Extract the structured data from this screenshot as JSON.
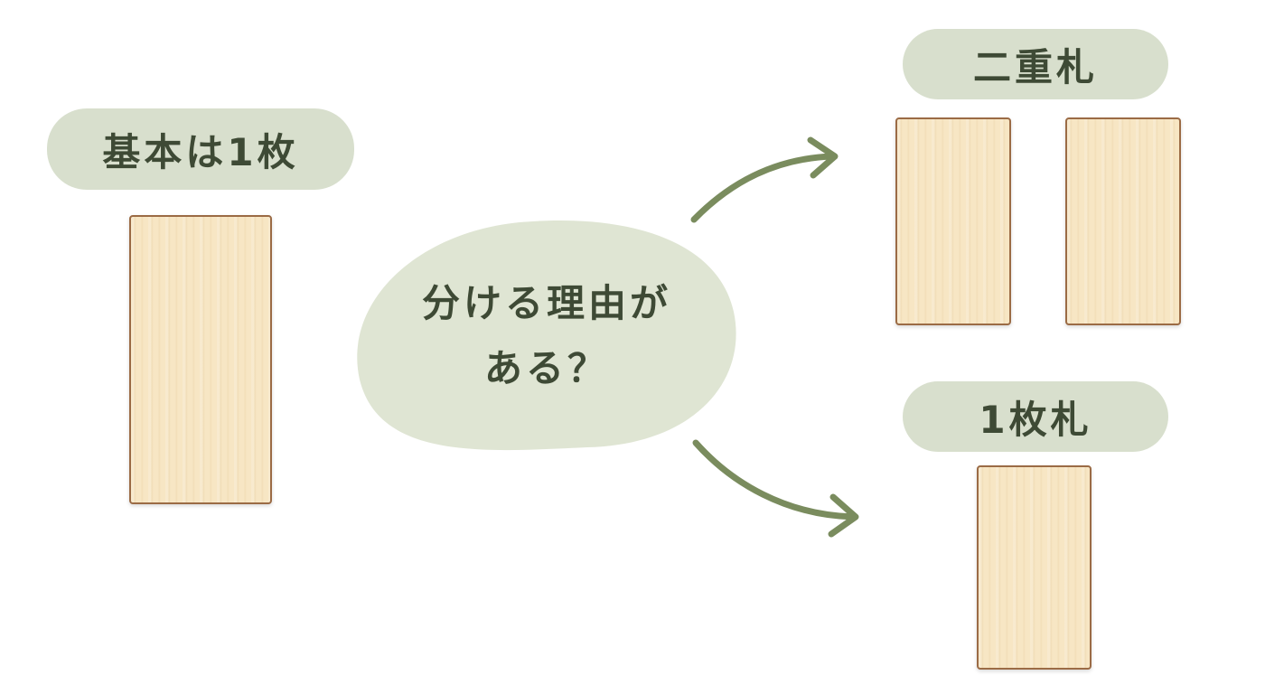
{
  "labels": {
    "basic": "基本は1枚",
    "double": "二重札",
    "single": "1枚札"
  },
  "question": {
    "line1": "分ける理由が",
    "line2": "ある？"
  },
  "colors": {
    "pill_background": "#d8dfcd",
    "text": "#3e4a35",
    "arrow": "#7a8c5e",
    "bubble": "#dfe5d3",
    "card_fill": "#f7e6c4",
    "card_border": "#9b6b45"
  }
}
